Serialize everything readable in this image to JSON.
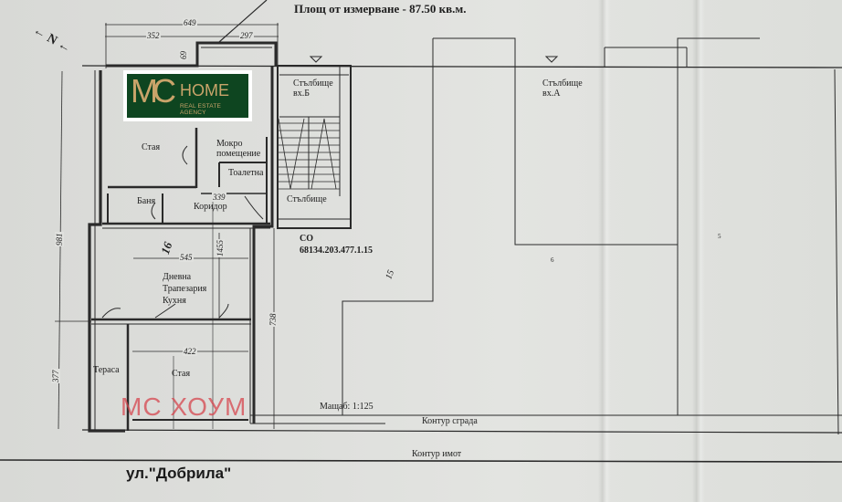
{
  "header": {
    "title": "Площ от измерване - 87.50 кв.м.",
    "north_label": "N"
  },
  "logo": {
    "monogram": "MC",
    "brand": "HOME",
    "tagline": "REAL ESTATE AGENCY",
    "bg_color": "#0e4520",
    "fg_color": "#c9a46a"
  },
  "rooms": {
    "bedroom_top": "Стая",
    "wet_room": "Мокро помещение",
    "toilet": "Тоалетна",
    "bath": "Баня",
    "corridor": "Коридор",
    "living": "Дневна Трапезария Кухня",
    "terrace": "Тераса",
    "bedroom_bottom": "Стая"
  },
  "labels": {
    "stairs_b": "Стълбище вх.Б",
    "stairs": "Стълбище",
    "stairs_a": "Стълбище вх.А",
    "co": "СО",
    "cadastral_id": "68134.203.477.1.15",
    "plot_number_15": "15",
    "plot_number_16": "16",
    "plot_number_6": "6",
    "plot_number_5": "5",
    "scale": "Мащаб: 1:125",
    "building_outline": "Контур сграда",
    "property_outline": "Контур имот",
    "street": "ул.\"Добрила\"",
    "watermark": "МС ХОУМ"
  },
  "dimensions": {
    "total_width": "649",
    "left_width": "352",
    "right_width": "297",
    "top_depth": "69",
    "total_height": "981",
    "bottom_height": "377",
    "side_height": "738",
    "living_width": "545",
    "living_height": "1455",
    "bedroom_width": "422",
    "corridor_width": "339"
  }
}
